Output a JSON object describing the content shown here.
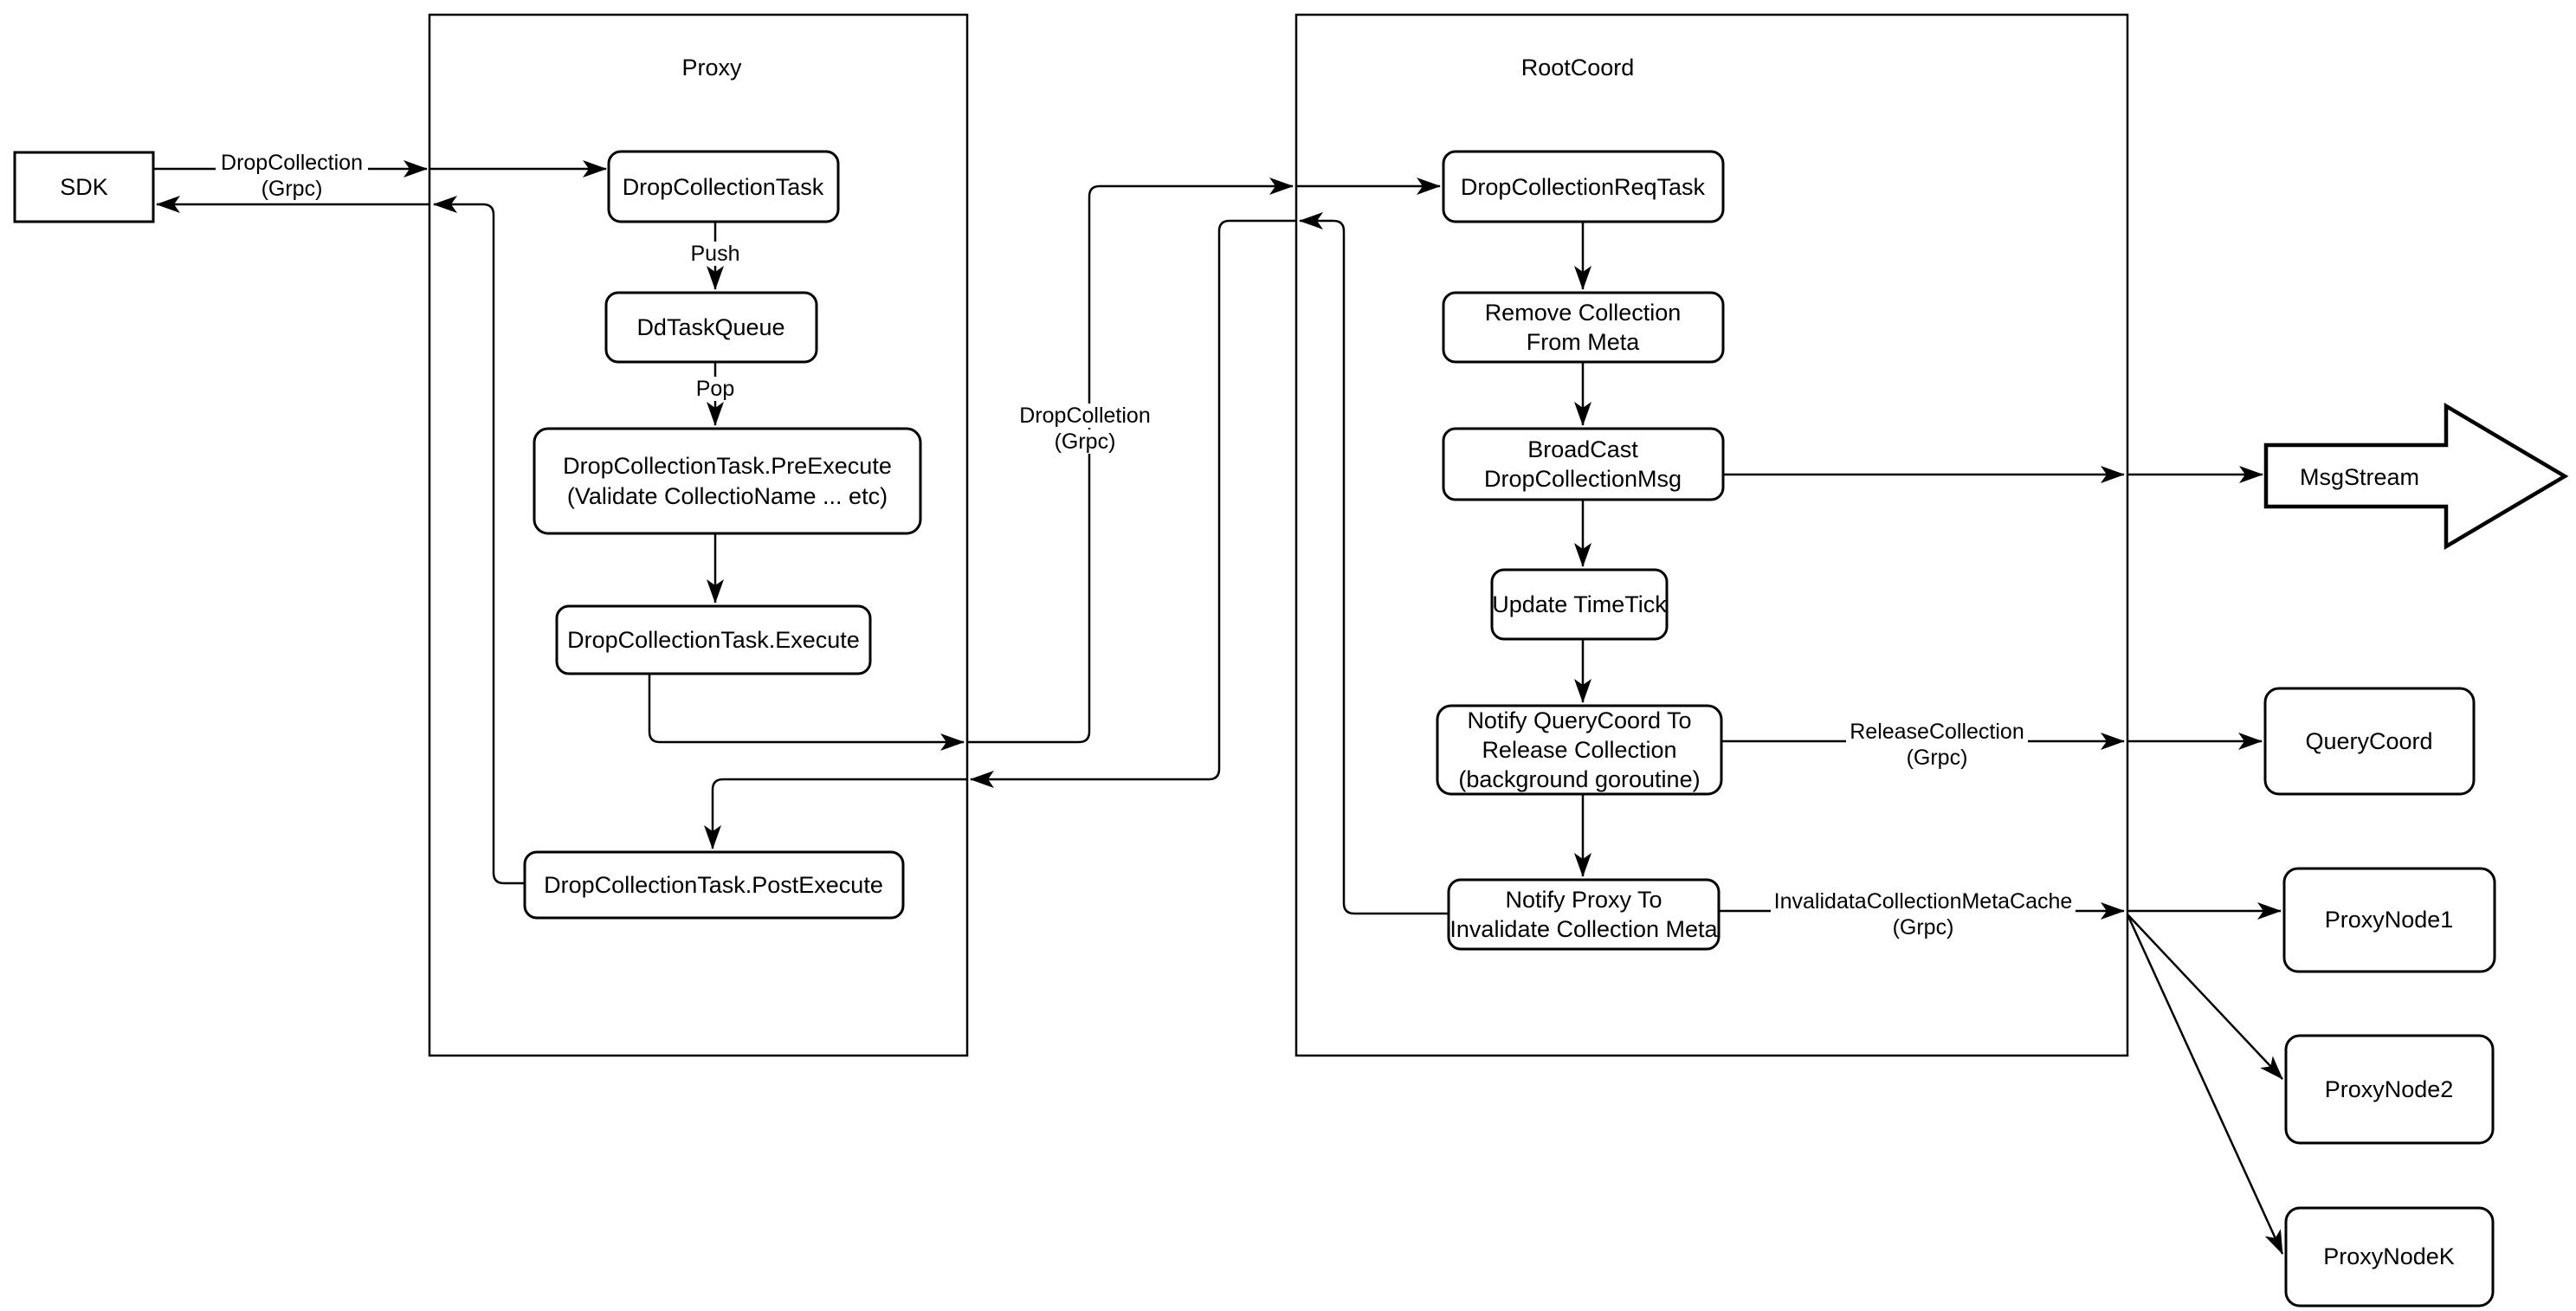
{
  "containers": {
    "proxy": {
      "label": "Proxy"
    },
    "rootcoord": {
      "label": "RootCoord"
    }
  },
  "nodes": {
    "sdk": {
      "lines": [
        "SDK"
      ]
    },
    "drop_collection_task": {
      "lines": [
        "DropCollectionTask"
      ]
    },
    "dd_task_queue": {
      "lines": [
        "DdTaskQueue"
      ]
    },
    "pre_execute": {
      "lines": [
        "DropCollectionTask.PreExecute",
        "(Validate CollectioName ... etc)"
      ]
    },
    "execute": {
      "lines": [
        "DropCollectionTask.Execute"
      ]
    },
    "post_execute": {
      "lines": [
        "DropCollectionTask.PostExecute"
      ]
    },
    "drop_collection_req_task": {
      "lines": [
        "DropCollectionReqTask"
      ]
    },
    "remove_collection_from_meta": {
      "lines": [
        "Remove Collection",
        "From Meta"
      ]
    },
    "broadcast_drop_collection_msg": {
      "lines": [
        "BroadCast",
        "DropCollectionMsg"
      ]
    },
    "update_timetick": {
      "lines": [
        "Update TimeTick"
      ]
    },
    "notify_querycoord": {
      "lines": [
        "Notify QueryCoord To",
        "Release Collection",
        "(background goroutine)"
      ]
    },
    "notify_proxy": {
      "lines": [
        "Notify Proxy To",
        "Invalidate Collection Meta"
      ]
    },
    "msgstream": {
      "lines": [
        "MsgStream"
      ]
    },
    "querycoord": {
      "lines": [
        "QueryCoord"
      ]
    },
    "proxynode1": {
      "lines": [
        "ProxyNode1"
      ]
    },
    "proxynode2": {
      "lines": [
        "ProxyNode2"
      ]
    },
    "proxynodek": {
      "lines": [
        "ProxyNodeK"
      ]
    }
  },
  "edge_labels": {
    "sdk_grpc": {
      "lines": [
        "DropCollection",
        "(Grpc)"
      ]
    },
    "push": "Push",
    "pop": "Pop",
    "proxy_to_rootcoord_grpc": {
      "lines": [
        "DropColletion",
        "(Grpc)"
      ]
    },
    "release_collection": {
      "lines": [
        "ReleaseCollection",
        "(Grpc)"
      ]
    },
    "invalidate_cache": {
      "lines": [
        "InvalidataCollectionMetaCache",
        "(Grpc)"
      ]
    }
  },
  "colors": {
    "line": "#000000",
    "box_fill": "#ffffff",
    "background": "#ffffff"
  }
}
